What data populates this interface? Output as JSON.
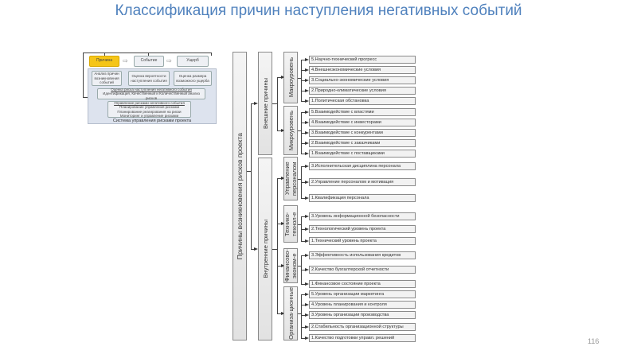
{
  "title": "Классификация причин наступления негативных событий",
  "page_number": "116",
  "mini": {
    "cause": "Причина",
    "event": "Событие",
    "damage": "Ущерб",
    "analysis": "Анализ причин возникновения событий",
    "probability": "Оценка вероятности наступления события",
    "size": "Оценка размера возможного ущерба",
    "risk_title": "Оценка риска наступления негативного события",
    "risk_sub": "Идентификация, Качественный и Количественный анализ рисков",
    "mgmt_title": "Управление рисками негативного события",
    "mgmt_1": "Планирование управления рисками",
    "mgmt_2": "Планирование реагирования на риски",
    "mgmt_3": "Мониторинг и управление рисками",
    "system": "Система управления рисками проекта"
  },
  "root": "Причины возникновения рисков проекта",
  "external": "Внешние причины",
  "internal": "Внутренние причины",
  "groups": [
    {
      "label": "Макроуровень",
      "items": [
        "5.Научно-технический прогресс",
        "4.Внешнеэкономические условия",
        "3.Социально-экономические условия",
        "2.Природно-климатические условия",
        "1.Политическая обстановка"
      ]
    },
    {
      "label": "Микроуровень",
      "items": [
        "5.Взаимодействие с властями",
        "4.Взаимодействие с инвесторами",
        "3.Взаимодействие с конкурентами",
        "2.Взаимодействие с заказчиками",
        "1.Взаимодействие с поставщиками"
      ]
    },
    {
      "label": "Управление персоналом",
      "items": [
        "3.Исполнительская дисциплина персонала",
        "2.Управление персоналом и мотивация",
        "1.Квалификация персонала"
      ]
    },
    {
      "label": "Технико-технол-е",
      "items": [
        "3.Уровень информационной безопасности",
        "2.Технологический уровень проекта",
        "1.Технический уровень проекта"
      ]
    },
    {
      "label": "Финансово-эконом-е",
      "items": [
        "3.Эффективность использования кредитов",
        "2.Качество бухгалтерской отчетности",
        "1.Финансовое состояние проекта"
      ]
    },
    {
      "label": "Организа-ционные",
      "items": [
        "5.Уровень организации маркетинга",
        "4.Уровень планирования и контроля",
        "3.Уровень организации производства",
        "2.Стабильность организационной структуры",
        "1.Качество подготовки управл. решений"
      ]
    }
  ],
  "colors": {
    "title": "#4f81bd",
    "cause": "#f5c518"
  }
}
